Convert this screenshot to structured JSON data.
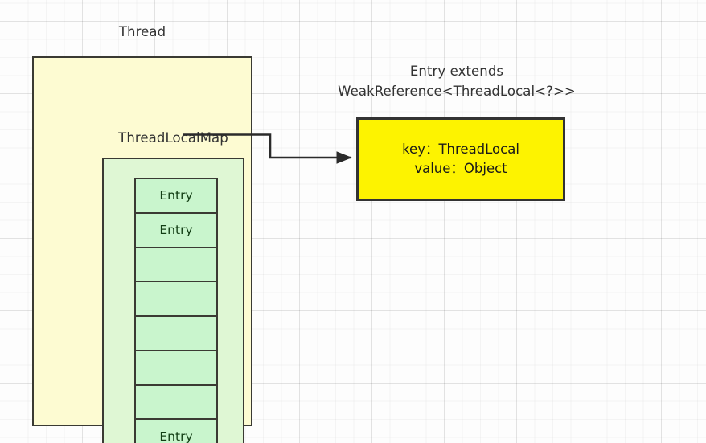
{
  "diagram": {
    "title_label": "Thread",
    "thread": {
      "label": "Thread",
      "inner": {
        "label": "ThreadLocalMap",
        "entries": [
          {
            "label": "Entry"
          },
          {
            "label": "Entry"
          },
          {
            "label": ""
          },
          {
            "label": ""
          },
          {
            "label": ""
          },
          {
            "label": ""
          },
          {
            "label": ""
          },
          {
            "label": "Entry"
          }
        ]
      }
    },
    "entry_detail": {
      "caption_line1": "Entry extends",
      "caption_line2": "WeakReference<ThreadLocal<?>>",
      "key_line": "key：ThreadLocal",
      "value_line": "value：Object"
    },
    "connector": {
      "name": "entry-to-detail-arrow",
      "from": "first-entry-cell",
      "to": "entry-detail-box"
    },
    "colors": {
      "background": "#fdfdfd",
      "grid_minor": "#f2f2f2",
      "grid_major": "#ebebeb",
      "thread_fill": "#fdfbd2",
      "threadlocalmap_fill": "#dff7d4",
      "entry_fill": "#c9f5cd",
      "detail_fill": "#fdf300",
      "stroke": "#3a3a33",
      "text": "#333333",
      "entry_text": "#123d14"
    }
  }
}
